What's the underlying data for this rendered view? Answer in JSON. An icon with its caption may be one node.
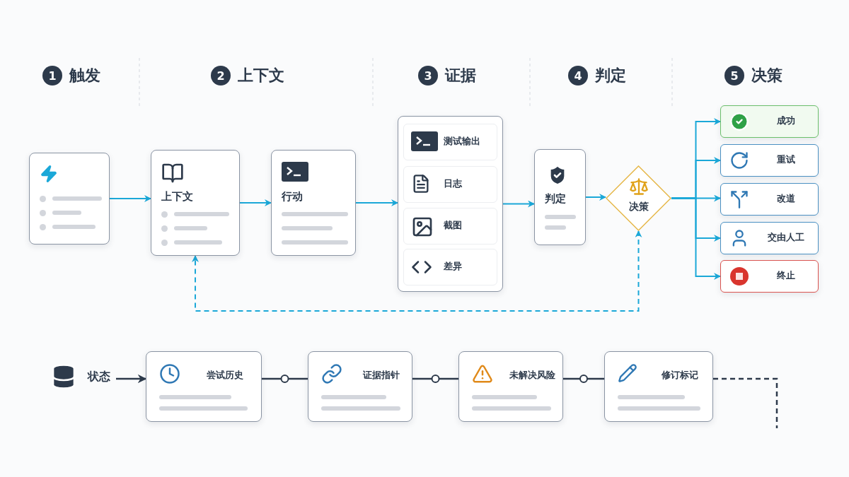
{
  "diagram": {
    "nodes": [
      {
        "text": [],
        "shape": "box"
      },
      {
        "text": [
          "上下文"
        ]
      },
      {
        "text": [
          "行动"
        ]
      },
      {
        "text": [],
        "shape": "box"
      },
      {
        "text": [
          "测试输出"
        ],
        "in": 3
      },
      {
        "text": [
          "日志"
        ],
        "in": 3
      },
      {
        "text": [
          "截图"
        ],
        "in": 3
      },
      {
        "text": [
          "差异"
        ],
        "in": 3
      },
      {
        "text": [
          "判定"
        ]
      },
      {
        "text": [
          "决策"
        ]
      },
      {
        "text": [
          "成功"
        ]
      },
      {
        "text": [
          "重试"
        ]
      },
      {
        "text": [
          "改道"
        ]
      },
      {
        "text": [
          "交由人工"
        ]
      },
      {
        "text": [
          "终止"
        ]
      },
      {
        "text": [
          "状态"
        ]
      },
      {
        "text": [
          "尝试历史"
        ]
      },
      {
        "text": [
          "证据指针"
        ]
      },
      {
        "text": [
          "未解决风险"
        ]
      },
      {
        "text": [
          "修订标记"
        ]
      }
    ],
    "edges": [
      {
        "from": 0,
        "to": 1,
        "arrow": "to"
      },
      {
        "from": 1,
        "to": 2,
        "arrow": "to"
      },
      {
        "from": 2,
        "to": 3,
        "arrow": "to"
      },
      {
        "from": 3,
        "to": 8,
        "arrow": "to"
      },
      {
        "from": 8,
        "to": 9,
        "arrow": "to"
      },
      {
        "from": 9,
        "to": 10,
        "arrow": "to"
      },
      {
        "from": 9,
        "to": 11,
        "arrow": "to"
      },
      {
        "from": 9,
        "to": 12,
        "arrow": "to"
      },
      {
        "from": 9,
        "to": 13,
        "arrow": "to"
      },
      {
        "from": 9,
        "to": 14,
        "arrow": "to"
      },
      {
        "from": 9,
        "to": 1,
        "arrow": "both",
        "style": "dashed"
      },
      {
        "from": 15,
        "to": 16,
        "arrow": "to",
        "color": "#2d3a4b"
      },
      {
        "from": 16,
        "to": 17,
        "arrow": "none",
        "color": "#2d3a4b"
      },
      {
        "from": 17,
        "to": 18,
        "arrow": "none",
        "color": "#2d3a4b"
      },
      {
        "from": 18,
        "to": 19,
        "arrow": "none",
        "color": "#2d3a4b"
      },
      {
        "from": 19,
        "to": null,
        "arrow": "none",
        "style": "dashed",
        "color": "#2d3a4b"
      }
    ],
    "labels": [
      "1",
      "触发",
      "2",
      "上下文",
      "3",
      "证据",
      "4",
      "判定",
      "5",
      "决策"
    ]
  }
}
